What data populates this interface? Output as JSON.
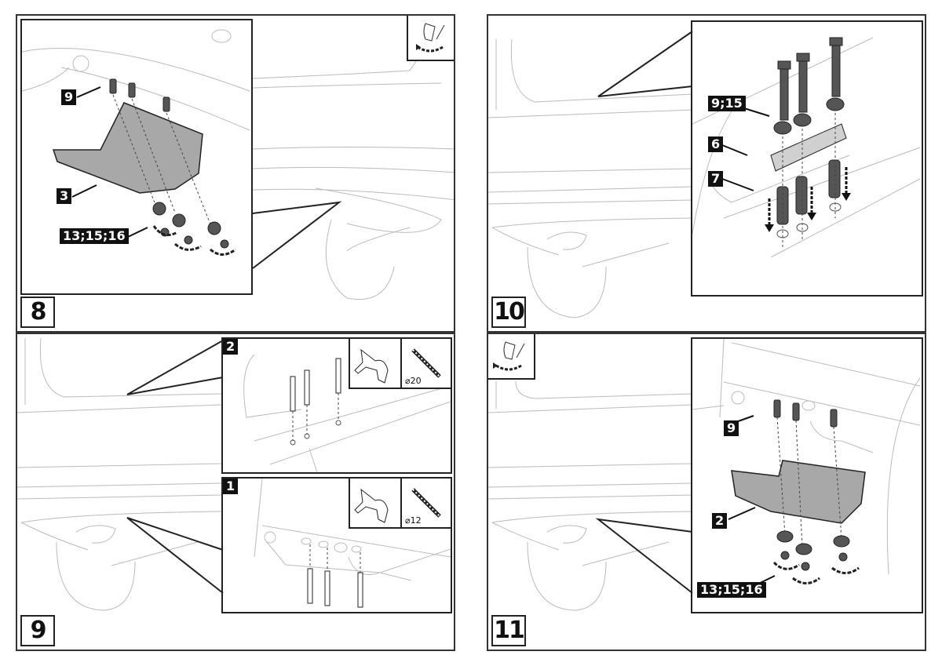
{
  "document": {
    "type": "installation-instructions",
    "steps": [
      {
        "number": "8",
        "callouts": [
          "9",
          "3",
          "13;15;16"
        ],
        "corner_icon": "hand-tighten-nut-icon"
      },
      {
        "number": "10",
        "callouts": [
          "9;15",
          "6",
          "7"
        ]
      },
      {
        "number": "9",
        "substeps": [
          {
            "number": "2",
            "tool": "drill-icon",
            "bit": "drill-bit-icon",
            "diameter": "⌀20"
          },
          {
            "number": "1",
            "tool": "drill-icon",
            "bit": "drill-bit-icon",
            "diameter": "⌀12"
          }
        ]
      },
      {
        "number": "11",
        "callouts": [
          "9",
          "2",
          "13;15;16"
        ],
        "corner_icon": "hand-tighten-nut-icon"
      }
    ]
  },
  "colors": {
    "line": "#222222",
    "part_fill": "#a8a8a8",
    "hardware_fill": "#555555",
    "car_outline": "#bbbbbb",
    "label_bg": "#111111",
    "label_text": "#ffffff"
  }
}
